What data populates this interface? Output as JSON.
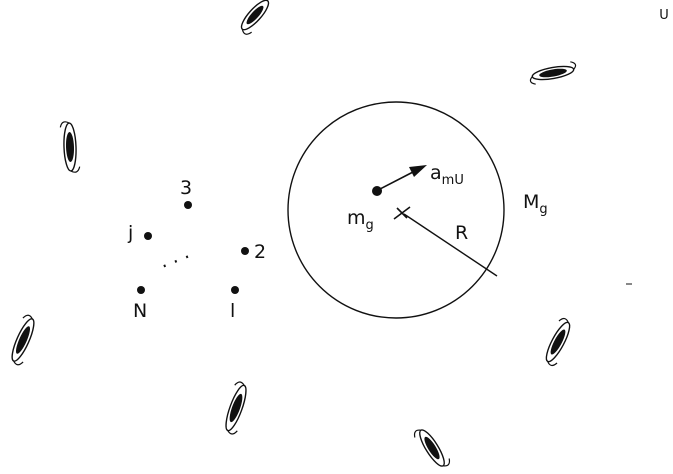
{
  "labels": {
    "corner": "U",
    "accel_base": "a",
    "accel_sub": "mU",
    "mass_large_base": "M",
    "mass_large_sub": "g",
    "mass_small_base": "m",
    "mass_small_sub": "g",
    "radius": "R",
    "particle_3": "3",
    "particle_j": "j",
    "particle_2": "2",
    "particle_N": "N",
    "particle_1": "l",
    "ellipsis": "· · ·"
  },
  "colors": {
    "ink": "#111111",
    "background": "#ffffff"
  },
  "icons": {
    "galaxy": "edge-on-spiral-galaxy-icon"
  }
}
